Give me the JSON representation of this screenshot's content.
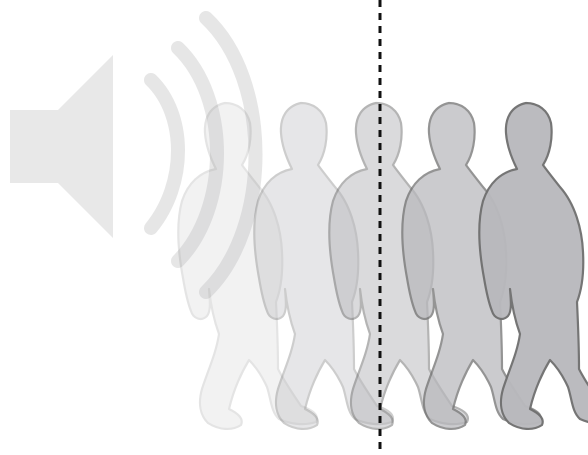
{
  "figure": {
    "icons": [
      "speaker-icon",
      "sound-wave-icon",
      "walking-person-icon"
    ],
    "walker_count": 5,
    "walker_opacity_sequence": [
      0.18,
      0.34,
      0.52,
      0.74,
      0.96
    ],
    "colors": {
      "speaker_fill": "#e8e8e8",
      "sound_wave": "#e6e6e6",
      "walker_fill": "#b9b9bd",
      "walker_outline": "#707070",
      "boundary_line": "#111111"
    },
    "boundary_line_style": "dashed"
  }
}
